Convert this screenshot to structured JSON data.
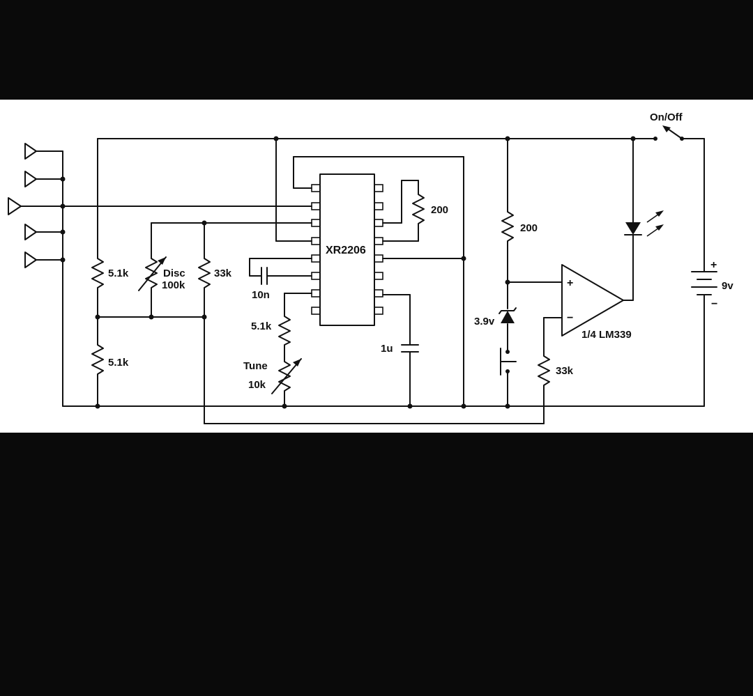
{
  "labels": {
    "ic": "XR2206",
    "r_div_top": "5.1k",
    "r_div_bottom": "5.1k",
    "disc_name": "Disc",
    "disc_value": "100k",
    "r_33k_left": "33k",
    "cap_10n": "10n",
    "r_timing": "5.1k",
    "tune_name": "Tune",
    "tune_value": "10k",
    "cap_1u": "1u",
    "r_200_ic": "200",
    "r_200_ref": "200",
    "zener": "3.9v",
    "r_33k_right": "33k",
    "comparator": "1/4 LM339",
    "comparator_plus": "+",
    "comparator_minus": "−",
    "switch": "On/Off",
    "battery_value": "9v",
    "battery_plus": "+",
    "battery_minus": "−"
  },
  "colors": {
    "background": "#0a0a0a",
    "panel": "#ffffff",
    "ink": "#111111"
  }
}
